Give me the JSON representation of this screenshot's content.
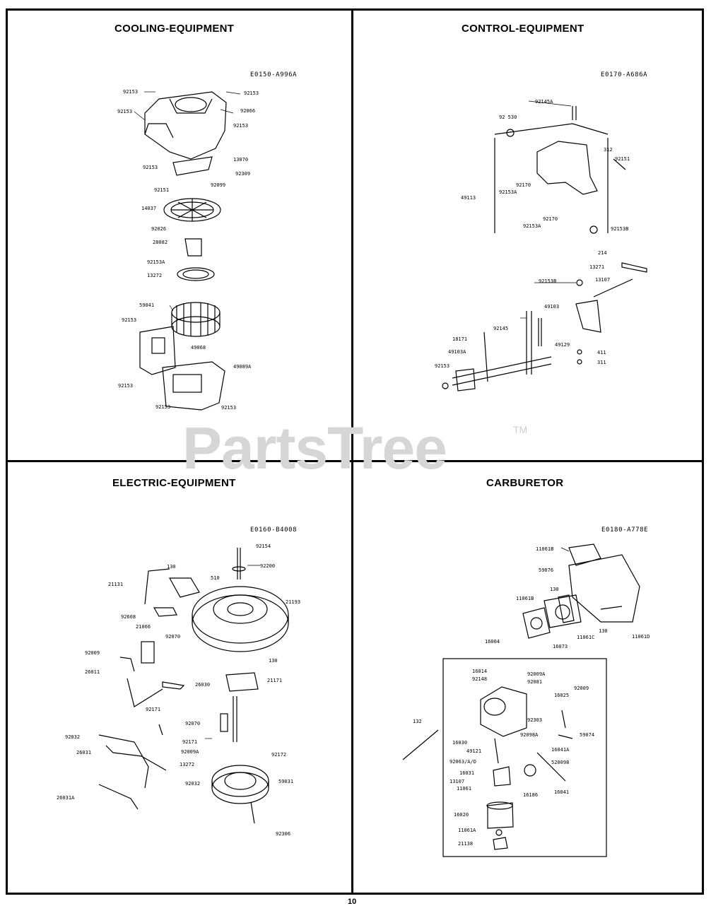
{
  "watermark": {
    "text": "PartsTree",
    "tm": "TM"
  },
  "page_number": "10",
  "quadrants": {
    "cooling": {
      "title": "COOLING-EQUIPMENT",
      "code": "E0150-A996A",
      "labels": [
        "92153",
        "92153",
        "92153",
        "92066",
        "92153",
        "13070",
        "92153",
        "92309",
        "92151",
        "92099",
        "14037",
        "92026",
        "28082",
        "92153A",
        "13272",
        "59041",
        "92153",
        "49068",
        "49089A",
        "92153",
        "92153",
        "92153"
      ]
    },
    "control": {
      "title": "CONTROL-EQUIPMENT",
      "code": "E0170-A686A",
      "labels": [
        "92145A",
        "92 530",
        "312",
        "92151",
        "49113",
        "92170",
        "92153A",
        "92170",
        "92153A",
        "92153B",
        "214",
        "13271",
        "92153B",
        "13107",
        "49103",
        "92145",
        "18171",
        "49129",
        "49103A",
        "411",
        "92153",
        "311"
      ]
    },
    "electric": {
      "title": "ELECTRIC-EQUIPMENT",
      "code": "E0160-B4008",
      "labels": [
        "92154",
        "130",
        "92200",
        "21131",
        "510",
        "21193",
        "92608",
        "21066",
        "92070",
        "92009",
        "130",
        "26011",
        "26030",
        "21171",
        "92171",
        "92070",
        "92032",
        "92171",
        "26031",
        "92009A",
        "92172",
        "13272",
        "92032",
        "59031",
        "26031A",
        "92306"
      ]
    },
    "carburetor": {
      "title": "CARBURETOR",
      "code": "E0180-A778E",
      "labels": [
        "11061B",
        "59076",
        "130",
        "11061B",
        "16073",
        "11061C",
        "130",
        "11061D",
        "16004",
        "16014",
        "92009A",
        "92148",
        "92081",
        "16025",
        "92009",
        "132",
        "92303",
        "16030",
        "92098A",
        "16041A",
        "59074",
        "49121",
        "92063/A/D",
        "520098",
        "16031",
        "13107",
        "11061",
        "16186",
        "16041",
        "16020",
        "11061A",
        "21138"
      ]
    }
  }
}
